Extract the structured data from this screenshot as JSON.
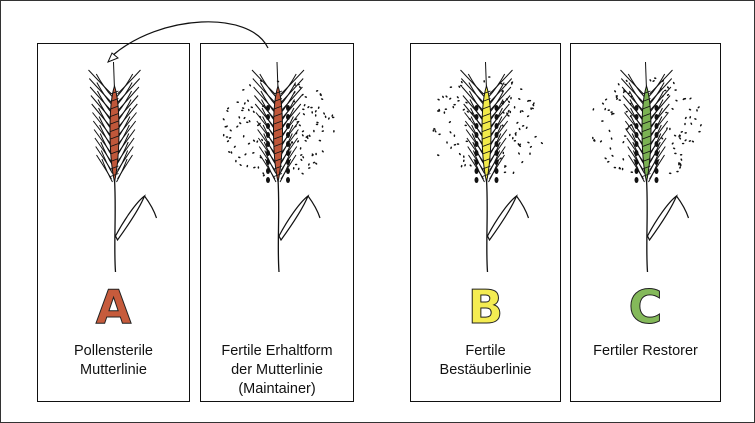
{
  "colors": {
    "stroke": "#111111",
    "panel_a": "#c0573a",
    "panel_b": "#f2ea4a",
    "panel_c": "#7bb253",
    "letter_a": "#c65b3c",
    "letter_b": "#f4ec52",
    "letter_c": "#84b95a"
  },
  "panels": [
    {
      "id": "A",
      "letter": "A",
      "caption_lines": [
        "Pollensterile",
        "Mutterlinie"
      ],
      "pollen": false,
      "core_color_key": "panel_a",
      "letter_color_key": "letter_a"
    },
    {
      "id": "maintainer",
      "letter": "",
      "caption_lines": [
        "Fertile Erhaltform",
        "der Mutterlinie",
        "(Maintainer)"
      ],
      "pollen": true,
      "core_color_key": "panel_a",
      "letter_color_key": ""
    },
    {
      "id": "B",
      "letter": "B",
      "caption_lines": [
        "Fertile",
        "Bestäuberlinie"
      ],
      "pollen": true,
      "core_color_key": "panel_b",
      "letter_color_key": "letter_b"
    },
    {
      "id": "C",
      "letter": "C",
      "caption_lines": [
        "Fertiler Restorer"
      ],
      "pollen": true,
      "core_color_key": "panel_c",
      "letter_color_key": "letter_c"
    }
  ],
  "arrow": {
    "from": "maintainer",
    "to": "A"
  }
}
